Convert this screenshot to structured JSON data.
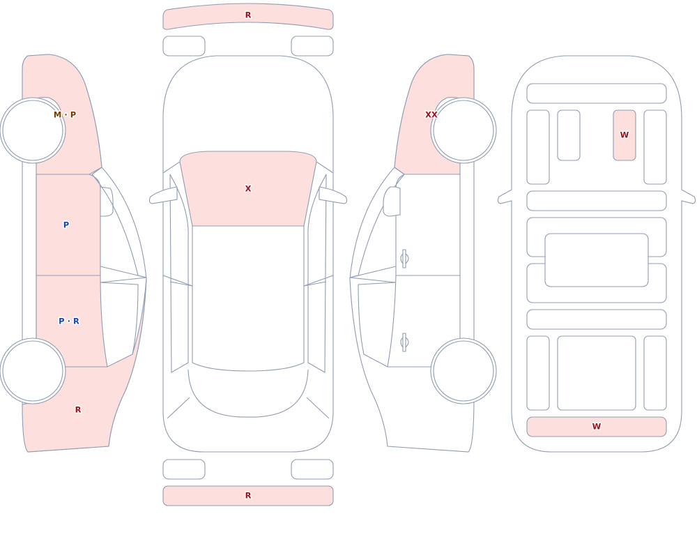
{
  "colors": {
    "outline": "#8f9bb3",
    "damage_fill": "#fde0dd",
    "label_red": "#a3101c",
    "label_blue": "#1447b8",
    "label_brown": "#7a3a00"
  },
  "views": {
    "left_side": {
      "labels": {
        "fender": "M · P",
        "front_door": "P",
        "rear_door": "P · R",
        "quarter": "R"
      }
    },
    "top": {
      "labels": {
        "front_bumper": "R",
        "hood": "X",
        "rear_bumper": "R"
      }
    },
    "right_side": {
      "labels": {
        "fender": "XX"
      }
    },
    "underside": {
      "labels": {
        "floor_panel": "W",
        "rear_panel": "W"
      }
    }
  }
}
